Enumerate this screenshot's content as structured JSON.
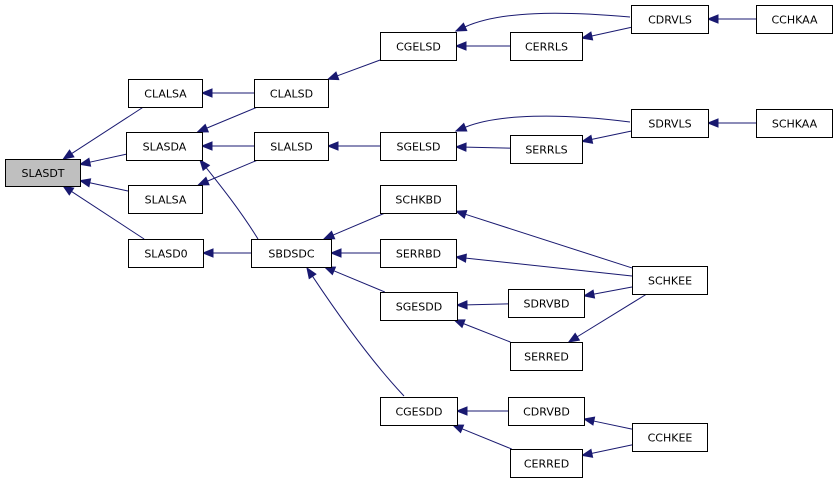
{
  "colors": {
    "edge": "#191970",
    "node_fill": "#ffffff",
    "root_fill": "#bfbfbf",
    "border": "#000000"
  },
  "nodes": [
    {
      "id": "SLASDT",
      "label": "SLASDT",
      "root": true
    },
    {
      "id": "CLALSA",
      "label": "CLALSA"
    },
    {
      "id": "SLASDA",
      "label": "SLASDA"
    },
    {
      "id": "SLALSA",
      "label": "SLALSA"
    },
    {
      "id": "SLASD0",
      "label": "SLASD0"
    },
    {
      "id": "CLALSD",
      "label": "CLALSD"
    },
    {
      "id": "SLALSD",
      "label": "SLALSD"
    },
    {
      "id": "SBDSDC",
      "label": "SBDSDC"
    },
    {
      "id": "CGELSD",
      "label": "CGELSD"
    },
    {
      "id": "CERRLS",
      "label": "CERRLS"
    },
    {
      "id": "SGELSD",
      "label": "SGELSD"
    },
    {
      "id": "SERRLS",
      "label": "SERRLS"
    },
    {
      "id": "SCHKBD",
      "label": "SCHKBD"
    },
    {
      "id": "SERRBD",
      "label": "SERRBD"
    },
    {
      "id": "SGESDD",
      "label": "SGESDD"
    },
    {
      "id": "SDRVBD",
      "label": "SDRVBD"
    },
    {
      "id": "SERRED",
      "label": "SERRED"
    },
    {
      "id": "CGESDD",
      "label": "CGESDD"
    },
    {
      "id": "CDRVBD",
      "label": "CDRVBD"
    },
    {
      "id": "CERRED",
      "label": "CERRED"
    },
    {
      "id": "CDRVLS",
      "label": "CDRVLS"
    },
    {
      "id": "SDRVLS",
      "label": "SDRVLS"
    },
    {
      "id": "SCHKEE",
      "label": "SCHKEE"
    },
    {
      "id": "CCHKEE",
      "label": "CCHKEE"
    },
    {
      "id": "CCHKAA",
      "label": "CCHKAA"
    },
    {
      "id": "SCHKAA",
      "label": "SCHKAA"
    }
  ],
  "edges": [
    {
      "caller": "CLALSA",
      "callee": "SLASDT"
    },
    {
      "caller": "SLASDA",
      "callee": "SLASDT"
    },
    {
      "caller": "SLALSA",
      "callee": "SLASDT"
    },
    {
      "caller": "SLASD0",
      "callee": "SLASDT"
    },
    {
      "caller": "CLALSD",
      "callee": "CLALSA"
    },
    {
      "caller": "CLALSD",
      "callee": "SLASDA"
    },
    {
      "caller": "SLALSD",
      "callee": "SLASDA"
    },
    {
      "caller": "SBDSDC",
      "callee": "SLASDA"
    },
    {
      "caller": "SLALSD",
      "callee": "SLALSA"
    },
    {
      "caller": "SBDSDC",
      "callee": "SLASD0"
    },
    {
      "caller": "CGELSD",
      "callee": "CLALSD"
    },
    {
      "caller": "SGELSD",
      "callee": "SLALSD"
    },
    {
      "caller": "SCHKBD",
      "callee": "SBDSDC"
    },
    {
      "caller": "SERRBD",
      "callee": "SBDSDC"
    },
    {
      "caller": "SGESDD",
      "callee": "SBDSDC"
    },
    {
      "caller": "CGESDD",
      "callee": "SBDSDC"
    },
    {
      "caller": "CDRVLS",
      "callee": "CGELSD"
    },
    {
      "caller": "CERRLS",
      "callee": "CGELSD"
    },
    {
      "caller": "CDRVLS",
      "callee": "CERRLS"
    },
    {
      "caller": "SDRVLS",
      "callee": "SGELSD"
    },
    {
      "caller": "SERRLS",
      "callee": "SGELSD"
    },
    {
      "caller": "SDRVLS",
      "callee": "SERRLS"
    },
    {
      "caller": "SCHKEE",
      "callee": "SCHKBD"
    },
    {
      "caller": "SCHKEE",
      "callee": "SERRBD"
    },
    {
      "caller": "SDRVBD",
      "callee": "SGESDD"
    },
    {
      "caller": "SERRED",
      "callee": "SGESDD"
    },
    {
      "caller": "SCHKEE",
      "callee": "SDRVBD"
    },
    {
      "caller": "SCHKEE",
      "callee": "SERRED"
    },
    {
      "caller": "CDRVBD",
      "callee": "CGESDD"
    },
    {
      "caller": "CERRED",
      "callee": "CGESDD"
    },
    {
      "caller": "CCHKEE",
      "callee": "CDRVBD"
    },
    {
      "caller": "CCHKEE",
      "callee": "CERRED"
    },
    {
      "caller": "CCHKAA",
      "callee": "CDRVLS"
    },
    {
      "caller": "SCHKAA",
      "callee": "SDRVLS"
    }
  ]
}
